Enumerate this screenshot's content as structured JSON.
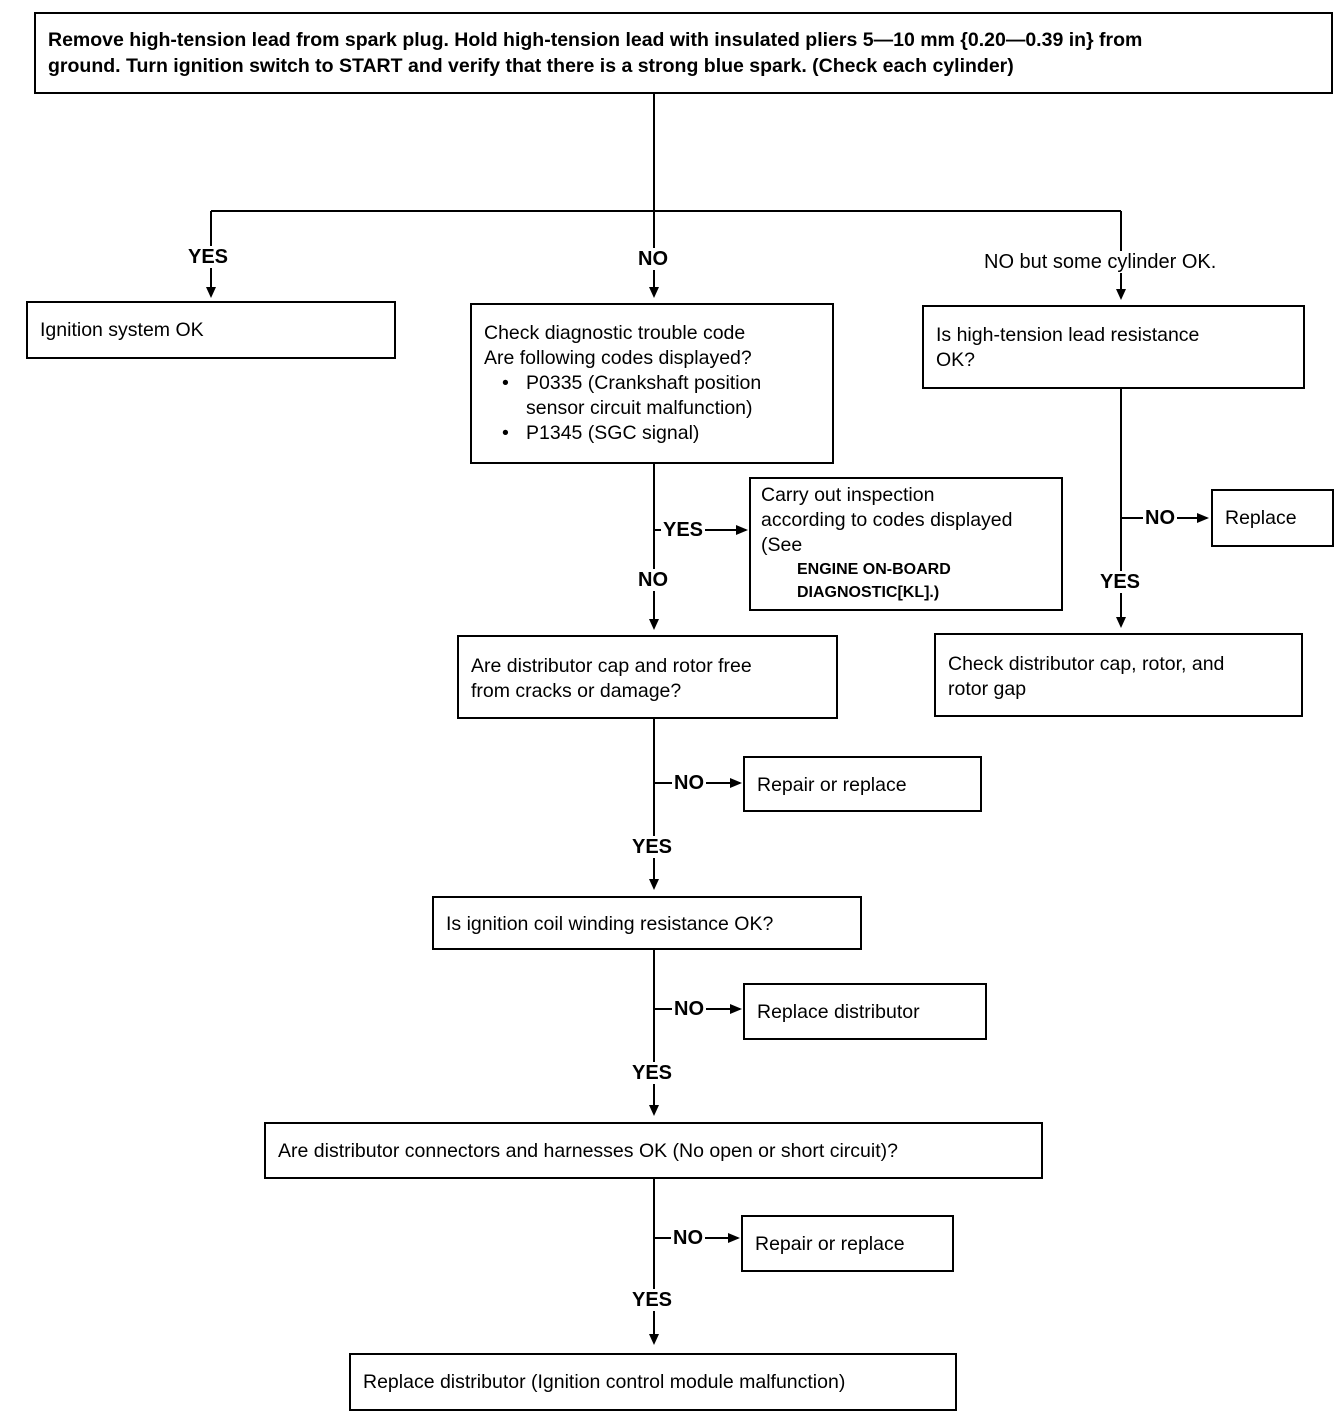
{
  "nodes": {
    "start": {
      "lines": [
        "Remove high-tension lead from spark plug. Hold high-tension lead with insulated pliers 5—10 mm {0.20—0.39 in} from",
        "ground. Turn ignition switch to START and verify that there is a strong blue spark. (Check each cylinder)"
      ]
    },
    "ignition_ok": {
      "text": "Ignition system OK"
    },
    "check_dtc": {
      "lines": [
        "Check diagnostic trouble code",
        "Are following codes displayed?"
      ],
      "codes": [
        {
          "line1": "P0335 (Crankshaft position",
          "line2": "sensor circuit malfunction)"
        },
        {
          "line1": "P1345 (SGC signal)",
          "line2": ""
        }
      ]
    },
    "ht_lead": {
      "lines": [
        "Is high-tension lead resistance",
        "OK?"
      ]
    },
    "carry_out": {
      "lines": [
        "Carry out inspection",
        "according to codes displayed",
        "(See"
      ],
      "ref_lines": [
        "ENGINE ON-BOARD",
        "DIAGNOSTIC[KL].)"
      ]
    },
    "replace_1": {
      "text": "Replace"
    },
    "dist_cap": {
      "lines": [
        "Are distributor cap and rotor free",
        "from cracks or damage?"
      ]
    },
    "check_cap": {
      "lines": [
        "Check distributor cap, rotor, and",
        "rotor gap"
      ]
    },
    "repair_1": {
      "text": "Repair or replace"
    },
    "coil": {
      "text": "Is ignition coil winding resistance OK?"
    },
    "replace_dist": {
      "text": "Replace distributor"
    },
    "connectors": {
      "text": "Are distributor connectors and harnesses OK (No open or short circuit)?"
    },
    "repair_2": {
      "text": "Repair or replace"
    },
    "final": {
      "text": "Replace distributor (Ignition control module malfunction)"
    }
  },
  "edge_labels": {
    "yes_left": "YES",
    "no_center": "NO",
    "no_some_cyl": "NO but some cylinder OK.",
    "dtc_yes": "YES",
    "dtc_no": "NO",
    "ht_no": "NO",
    "ht_yes": "YES",
    "cap_no": "NO",
    "cap_yes": "YES",
    "coil_no": "NO",
    "coil_yes": "YES",
    "conn_no": "NO",
    "conn_yes": "YES"
  }
}
